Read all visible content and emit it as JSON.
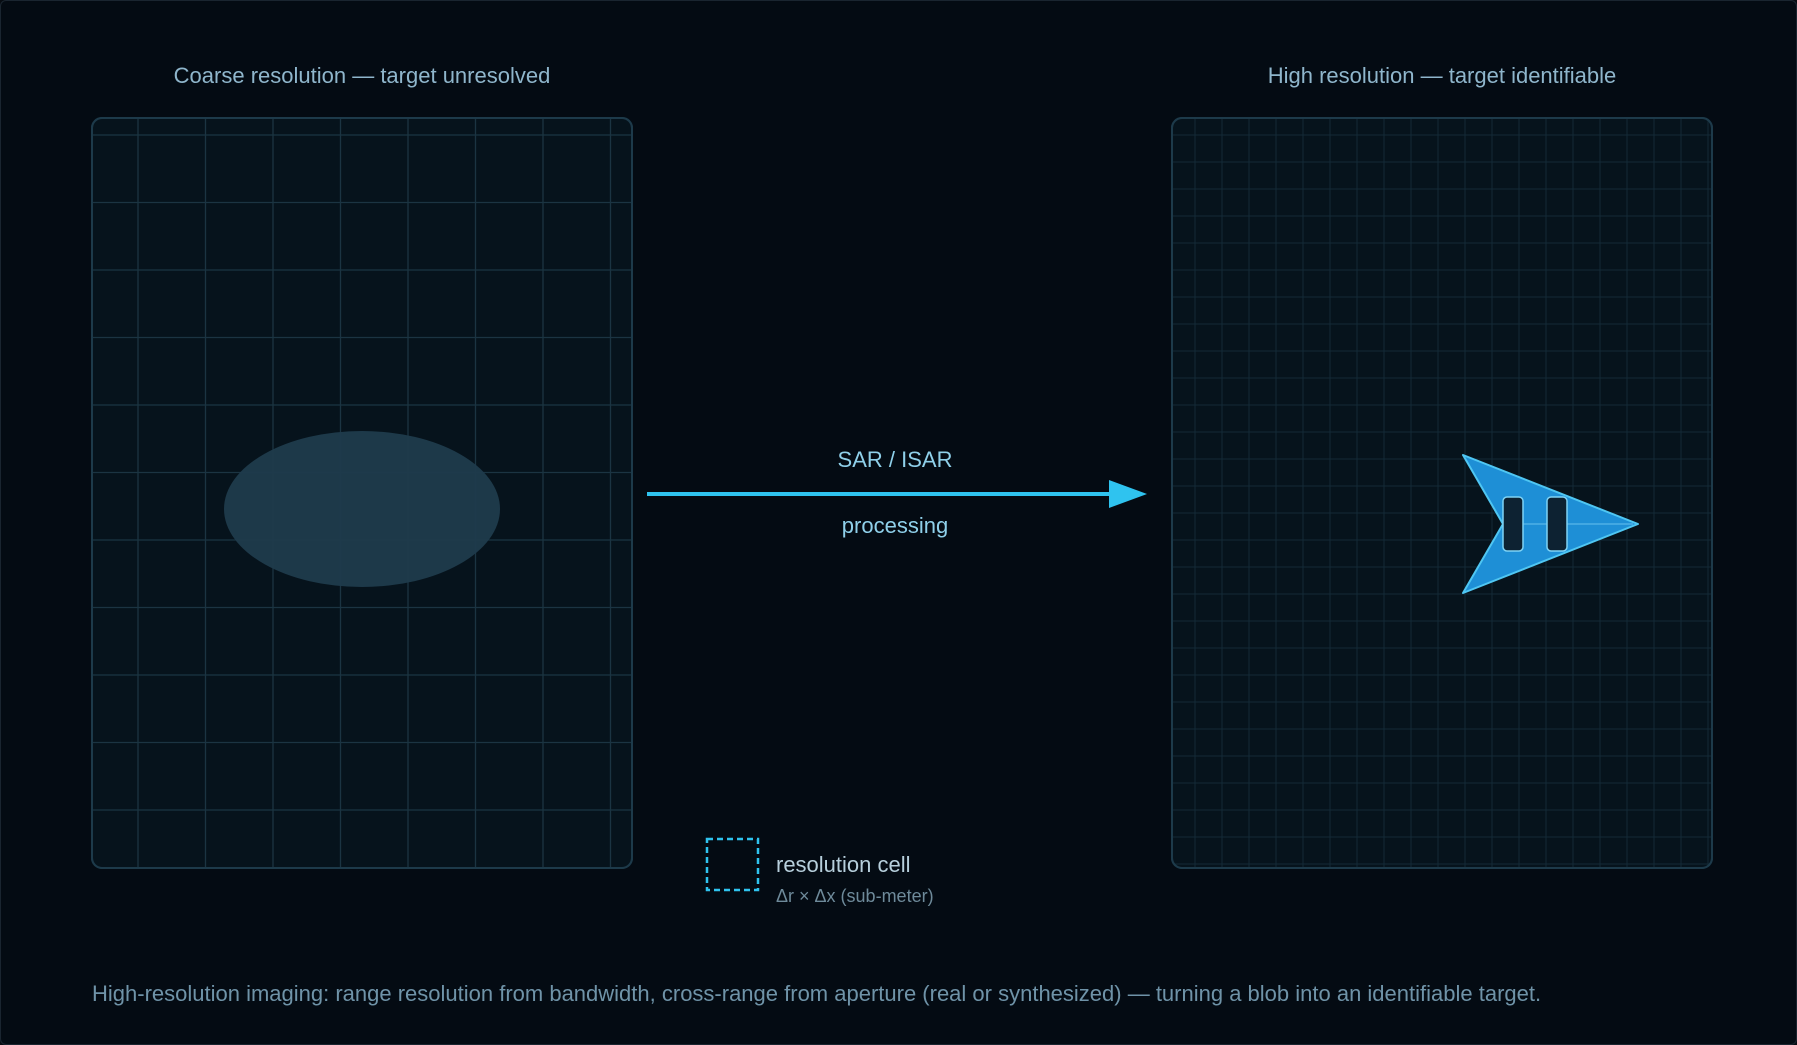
{
  "panels": {
    "left_title": "Coarse resolution — target unresolved",
    "right_title": "High resolution — target identifiable"
  },
  "arrow": {
    "label_top": "SAR / ISAR",
    "label_bottom": "processing"
  },
  "legend": {
    "title": "resolution cell",
    "subtitle": "Δr × Δx (sub-meter)"
  },
  "caption": "High-resolution imaging: range resolution from bandwidth, cross-range from aperture (real or synthesized) — turning a blob into an identifiable target.",
  "colors": {
    "accent": "#2fc3ef",
    "target_fill": "#1e8fd6",
    "blob_fill": "#1f3b4c",
    "grid_line": "#1b3442"
  }
}
